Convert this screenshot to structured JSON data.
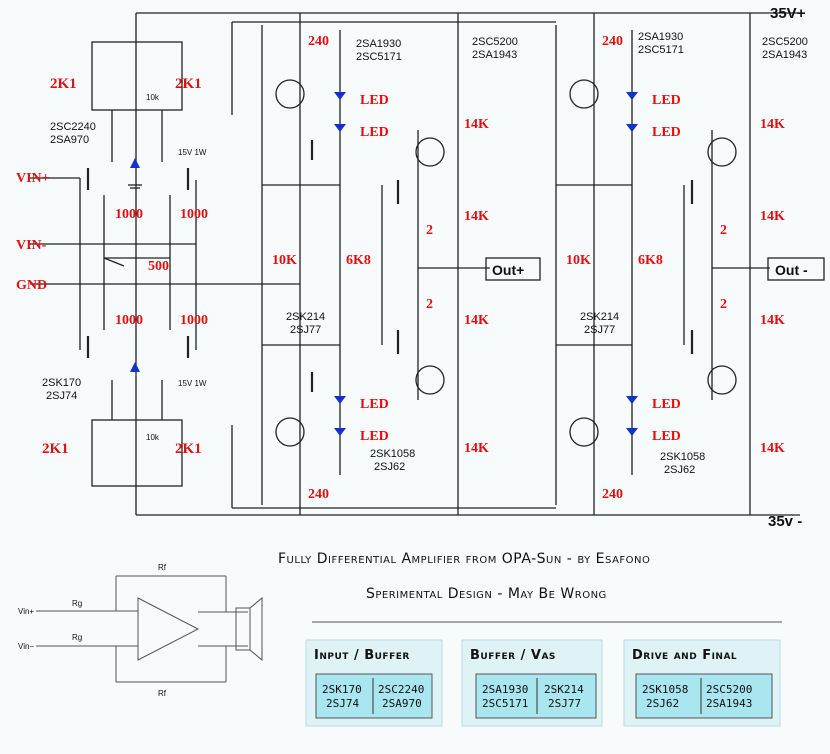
{
  "rails": {
    "positive": "35V+",
    "negative": "35v -"
  },
  "inputs": {
    "vin_plus": "VIN+",
    "vin_minus": "VIN-",
    "gnd": "GND"
  },
  "outputs": {
    "out_plus": "Out+",
    "out_minus": "Out -"
  },
  "resistors": {
    "r_2k1": "2K1",
    "r_1000": "1000",
    "r_500": "500",
    "r_240": "240",
    "r_10k": "10K",
    "r_6k8": "6K8",
    "r_14k": "14K",
    "r_2": "2",
    "r_10k_small": "10k",
    "zener": "15V 1W"
  },
  "led_label": "LED",
  "parts": {
    "in_top": [
      "2SC2240",
      "2SA970"
    ],
    "in_bot": [
      "2SK170",
      "2SJ74"
    ],
    "vas_top": [
      "2SA1930",
      "2SC5171"
    ],
    "fin_top": [
      "2SC5200",
      "2SA1943"
    ],
    "drv_mid": [
      "2SK214",
      "2SJ77"
    ],
    "drv_bot": [
      "2SK1058",
      "2SJ62"
    ]
  },
  "caption": {
    "title": "Fully Differential Amplifier from OPA-Sun  -  by Esafono",
    "subtitle": "Sperimental Design - May Be Wrong"
  },
  "legend": [
    {
      "heading": "Input / Buffer",
      "left": [
        "2SK170",
        "2SJ74"
      ],
      "right": [
        "2SC2240",
        "2SA970"
      ]
    },
    {
      "heading": "Buffer / Vas",
      "left": [
        "2SA1930",
        "2SC5171"
      ],
      "right": [
        "2SK214",
        "2SJ77"
      ]
    },
    {
      "heading": "Drive and Final",
      "left": [
        "2SK1058",
        "2SJ62"
      ],
      "right": [
        "2SC5200",
        "2SA1943"
      ]
    }
  ],
  "inset": {
    "vin_plus": "Vin+",
    "vin_minus": "Vin−",
    "rg": "Rg",
    "rf": "Rf"
  }
}
